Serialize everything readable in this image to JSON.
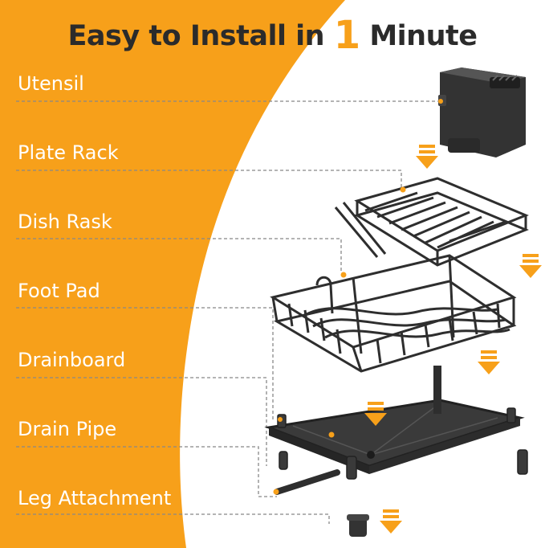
{
  "title": {
    "prefix": "Easy to Install in ",
    "number": "1",
    "suffix": " Minute"
  },
  "parts": [
    "Utensil",
    "Plate Rack",
    "Dish Rask",
    "Foot Pad",
    "Drainboard",
    "Drain Pipe",
    "Leg Attachment"
  ],
  "colors": {
    "accent": "#f7a01a",
    "text_dark": "#2b2b2b",
    "label_text": "#ffffff",
    "product": "#2e2e2e",
    "arrow": "#f7a01a"
  }
}
